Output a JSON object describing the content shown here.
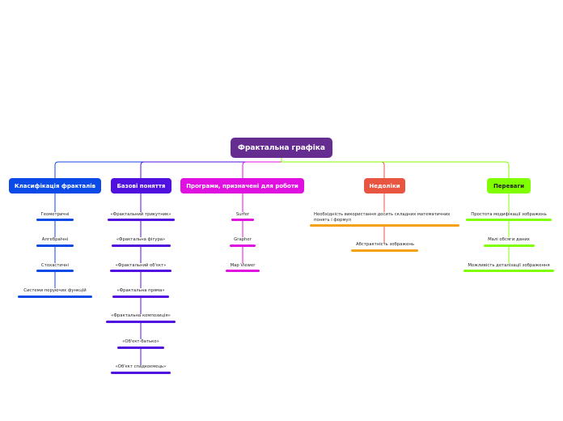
{
  "root": {
    "label": "Фрактальна графіка",
    "color": "#662d91"
  },
  "branches": [
    {
      "label": "Класифікація фракталів",
      "color": "#0b4ae6",
      "items": [
        "Геометричні",
        "Алгебраїчні",
        "Стохастичні",
        "Системи перуючих функцій"
      ]
    },
    {
      "label": "Базові поняття",
      "color": "#5010e0",
      "items": [
        "«Фрактальний трикутник»",
        "«Фрактальна фігура»",
        "«Фрактальний об'єкт»",
        "«Фрактальна пряма»",
        "«Фрактальна композиція»",
        "«Об'єкт-батько»",
        "«Об'єкт спадкоємець»"
      ]
    },
    {
      "label": "Програми, призначені для роботи",
      "color": "#e010e0",
      "items": [
        "Surfer",
        "Grapher",
        "Map Viewer"
      ]
    },
    {
      "label": "Недоліки",
      "color": "#e85540",
      "items": [
        "Необхідність використання досить складних математичних понять і формул",
        "Абстрактність зображень"
      ],
      "item_color": "#f5a00f"
    },
    {
      "label": "Переваги",
      "color": "#80ff00",
      "label_color": "#222222",
      "items": [
        "Простота модифікації зображень",
        "Малі обсяги даних",
        "Можливість деталізації зображення"
      ]
    }
  ]
}
